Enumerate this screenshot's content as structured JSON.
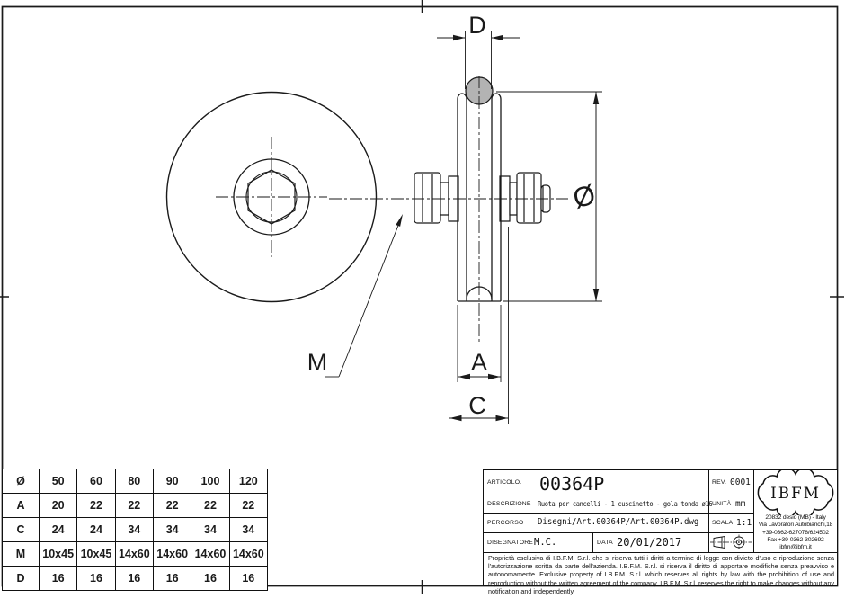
{
  "colors": {
    "line": "#1a1a1a",
    "bar_fill": "#b3b3b3"
  },
  "drawing": {
    "labels": {
      "groove_width": "D",
      "wheel_diameter": "Ø",
      "bolt_thread": "M",
      "hub_width": "A",
      "overall_width": "C"
    }
  },
  "size_table": {
    "rows": [
      {
        "label": "Ø",
        "values": [
          "50",
          "60",
          "80",
          "90",
          "100",
          "120"
        ]
      },
      {
        "label": "A",
        "values": [
          "20",
          "22",
          "22",
          "22",
          "22",
          "22"
        ]
      },
      {
        "label": "C",
        "values": [
          "24",
          "24",
          "34",
          "34",
          "34",
          "34"
        ]
      },
      {
        "label": "M",
        "values": [
          "10x45",
          "10x45",
          "14x60",
          "14x60",
          "14x60",
          "14x60"
        ]
      },
      {
        "label": "D",
        "values": [
          "16",
          "16",
          "16",
          "16",
          "16",
          "16"
        ]
      }
    ]
  },
  "title_block": {
    "articolo": {
      "label": "ARTICOLO.",
      "value": "00364P"
    },
    "rev": {
      "label": "REV.",
      "value": "0001"
    },
    "descrizione": {
      "label": "DESCRIZIONE",
      "value": "Ruota per cancelli - 1 cuscinetto - gola tonda ø16"
    },
    "unita": {
      "label": "UNITÀ",
      "value": "mm"
    },
    "percorso": {
      "label": "PERCORSO",
      "value": "Disegni/Art.00364P/Art.00364P.dwg"
    },
    "scala": {
      "label": "SCALA",
      "value": "1:1"
    },
    "disegnatore": {
      "label": "DISEGNATORE",
      "value": "M.C."
    },
    "data": {
      "label": "DATA",
      "value": "20/01/2017"
    },
    "company": {
      "name": "IBFM",
      "address_lines": [
        "20832 desio (MB) - Italy",
        "Via Lavoratori Autobianchi,18",
        "+39-0362-627078/624502",
        "Fax +39-0362-302692",
        "ibfm@ibfm.it"
      ]
    },
    "legal": "Proprietà esclusiva di I.B.F.M. S.r.l. che si riserva tutti i diritti a termine di legge con divieto d'uso e riproduzione senza l'autorizzazione scritta da parte dell'azienda. I.B.F.M. S.r.l. si riserva il diritto di apportare modifiche senza preavviso e autonomamente. Exclusive property of I.B.F.M. S.r.l. which reserves all rights by law with the prohibition of use and reproduction without the written agreement of the company. I.B.F.M. S.r.l. reserves the right to make changes without any notification and independently."
  }
}
